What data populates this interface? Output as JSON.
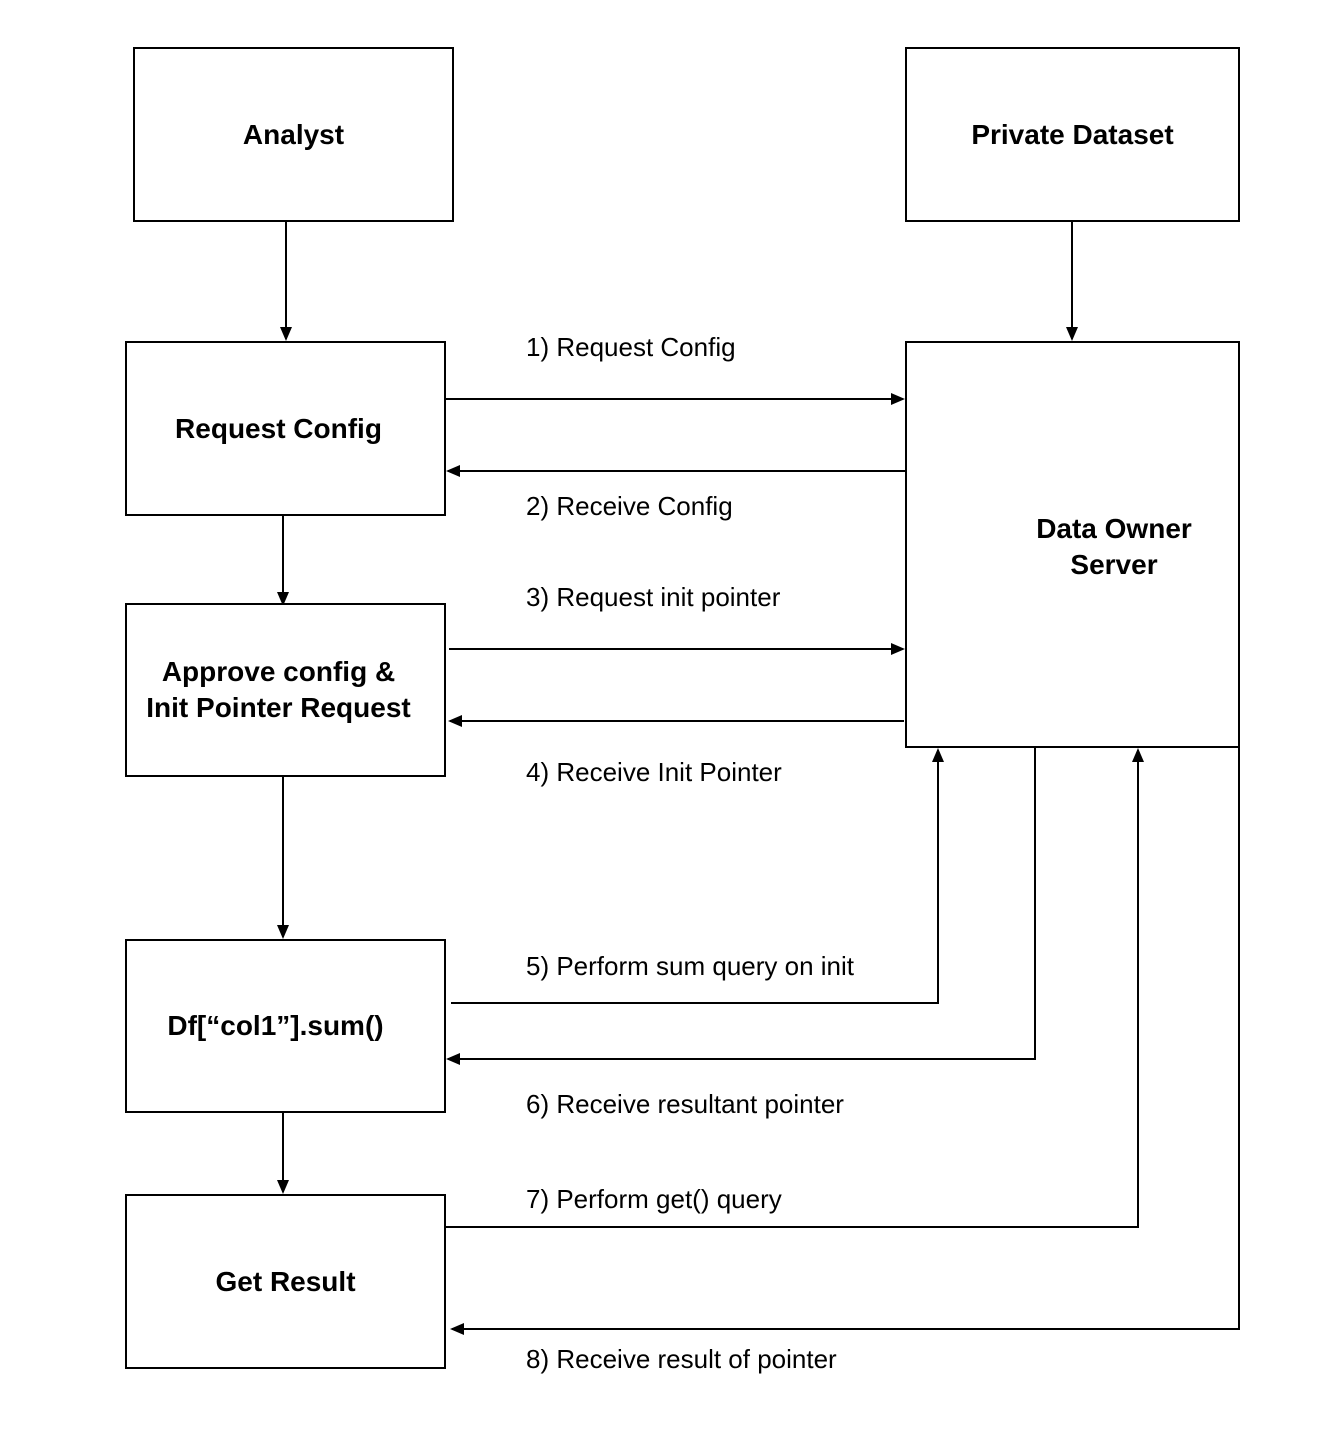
{
  "nodes": {
    "analyst": "Analyst",
    "private_dataset": "Private Dataset",
    "request_config": "Request Config",
    "approve_config": "Approve config &\nInit Pointer Request",
    "sum_query": "Df[“col1”].sum()",
    "get_result": "Get Result",
    "data_owner_server": "Data Owner\nServer"
  },
  "steps": {
    "s1": "1) Request Config",
    "s2": "2) Receive Config",
    "s3": "3) Request init pointer",
    "s4": "4) Receive Init Pointer",
    "s5": "5) Perform sum query on init",
    "s6": "6) Receive resultant pointer",
    "s7": "7) Perform get() query",
    "s8": "8) Receive result of pointer"
  }
}
